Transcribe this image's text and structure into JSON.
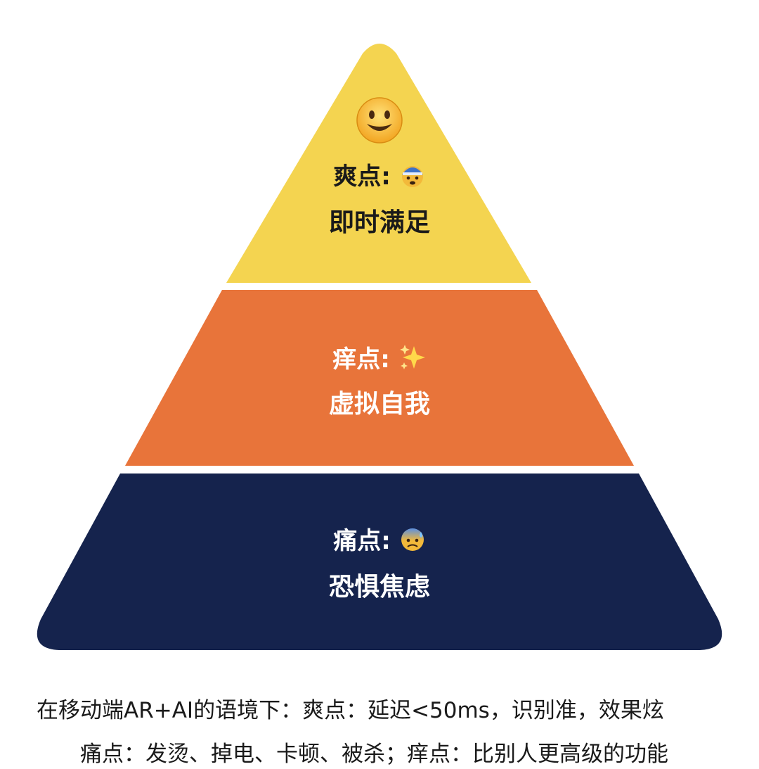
{
  "pyramid": {
    "top_icon": "grinning-face-icon",
    "tiers": [
      {
        "heading": "爽点:",
        "heading_icon": "face-with-bandage-helmet-icon",
        "description": "即时满足",
        "fill_color": "#f4d450",
        "text_color": "#1a1a1a"
      },
      {
        "heading": "痒点:",
        "heading_icon": "sparkles-icon",
        "description": "虚拟自我",
        "fill_color": "#e8743a",
        "text_color": "#ffffff"
      },
      {
        "heading": "痛点:",
        "heading_icon": "anxious-face-with-sweat-icon",
        "description": "恐惧焦虑",
        "fill_color": "#15234d",
        "text_color": "#ffffff"
      }
    ]
  },
  "caption": {
    "line1": "在移动端AR+AI的语境下：爽点：延迟<50ms，识别准，效果炫",
    "line2": "痛点：发烫、掉电、卡顿、被杀；痒点：比别人更高级的功能"
  }
}
